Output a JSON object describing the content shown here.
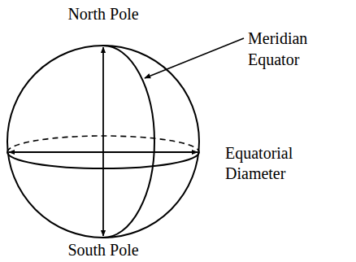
{
  "diagram": {
    "labels": [
      "North Pole",
      "Meridian",
      "Equator",
      "Equatorial Diameter",
      "South Pole"
    ]
  }
}
